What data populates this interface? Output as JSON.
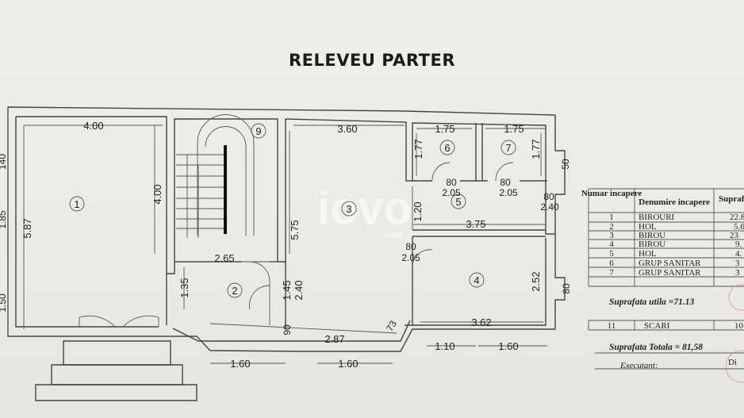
{
  "title": "RELEVEU PARTER",
  "watermark": "iovo",
  "watermark_sub": "estat",
  "rooms": [
    {
      "number": "1"
    },
    {
      "number": "2"
    },
    {
      "number": "3"
    },
    {
      "number": "4"
    },
    {
      "number": "5"
    },
    {
      "number": "6"
    },
    {
      "number": "7"
    },
    {
      "number": "9"
    }
  ],
  "dimensions": {
    "d400_top": "4.00",
    "d400_v": "4.00",
    "d587": "5.87",
    "d140": "140",
    "d185": "1.85",
    "d150": "1.50",
    "d265": "2.65",
    "d135": "1.35",
    "d360": "3.60",
    "d575": "5.75",
    "d145": "1.45",
    "d240a": "2.40",
    "d90": "90",
    "d287": "2.87",
    "d160a": "1.60",
    "d160b": "1.60",
    "d73": "73",
    "d175a": "1.75",
    "d175b": "1.75",
    "d177a": "1.77",
    "d177b": "1.77",
    "d50": "50",
    "d80a": "80",
    "d205a": "2.05",
    "d80b": "80",
    "d205b": "2.05",
    "d80c": "80",
    "d240b": "2.40",
    "d120": "1.20",
    "d375": "3.75",
    "d80d": "80",
    "d205c": "2.05",
    "d252": "2.52",
    "d80e": "80",
    "d362": "3.62",
    "d110": "1.10",
    "d160c": "1.60"
  },
  "table": {
    "headers": [
      "Numar incapere",
      "Denumire incapere",
      "Suprafata utila ("
    ],
    "rows": [
      {
        "nr": "1",
        "name": "BIROURI",
        "area": "22.8"
      },
      {
        "nr": "2",
        "name": "HOL",
        "area": "5.6"
      },
      {
        "nr": "3",
        "name": "BIROU",
        "area": "23"
      },
      {
        "nr": "4",
        "name": "BIROU",
        "area": "9."
      },
      {
        "nr": "5",
        "name": "HOL",
        "area": "4."
      },
      {
        "nr": "6",
        "name": "GRUP SANITAR",
        "area": "3"
      },
      {
        "nr": "7",
        "name": "GRUP SANITAR",
        "area": "3"
      }
    ],
    "suprafata_utila": "Suprafata utila =71.13",
    "scari_row": {
      "nr": "11",
      "name": "SCARI",
      "area": "10"
    },
    "suprafata_totala": "Suprafata Totala = 81,58",
    "executant": "Executant:",
    "di": "Di"
  }
}
